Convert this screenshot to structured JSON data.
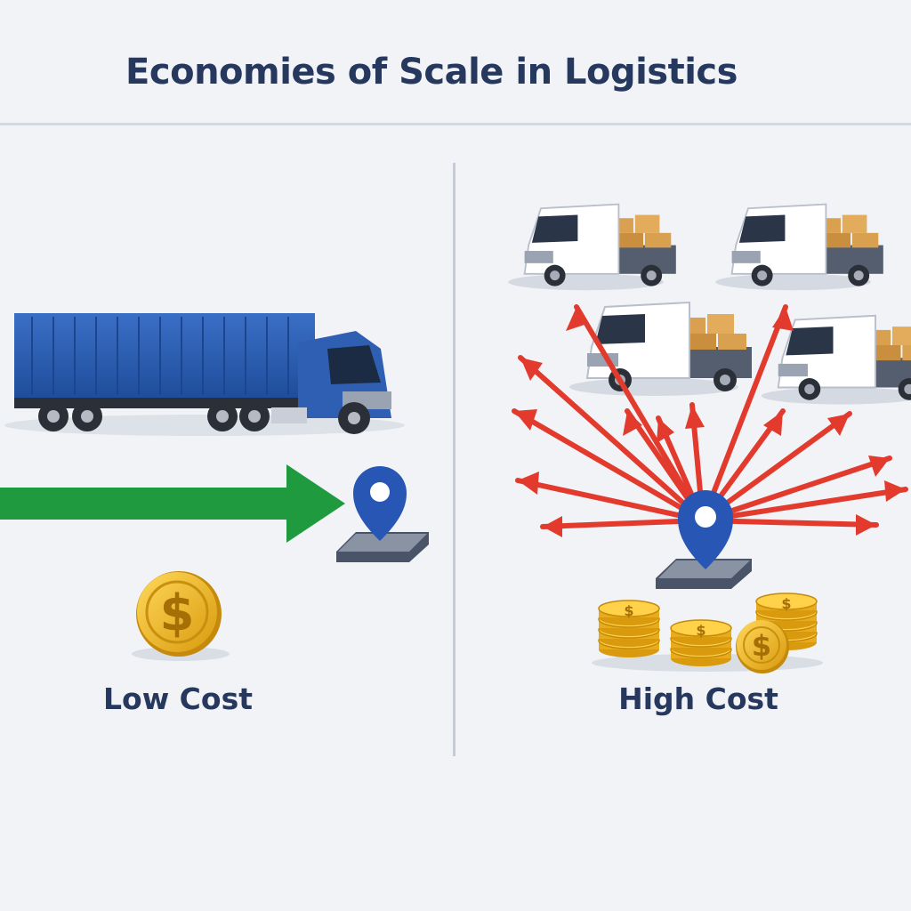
{
  "title": "Economies of Scale in Logistics",
  "panels": {
    "left": {
      "label": "Low Cost"
    },
    "right": {
      "label": "High Cost"
    }
  },
  "icons": {
    "left": [
      "container-truck-icon",
      "arrow-right-icon",
      "location-pin-icon",
      "dollar-coin-icon"
    ],
    "right": [
      "delivery-van-icon",
      "arrow-icon",
      "location-pin-icon",
      "coin-stack-icon"
    ]
  },
  "colors": {
    "title": "#26385e",
    "truck": "#2f5fb3",
    "arrow_single": "#1f9a3e",
    "arrows_many": "#e23b2e",
    "pin": "#2856b5",
    "coin": "#f2b51d"
  }
}
